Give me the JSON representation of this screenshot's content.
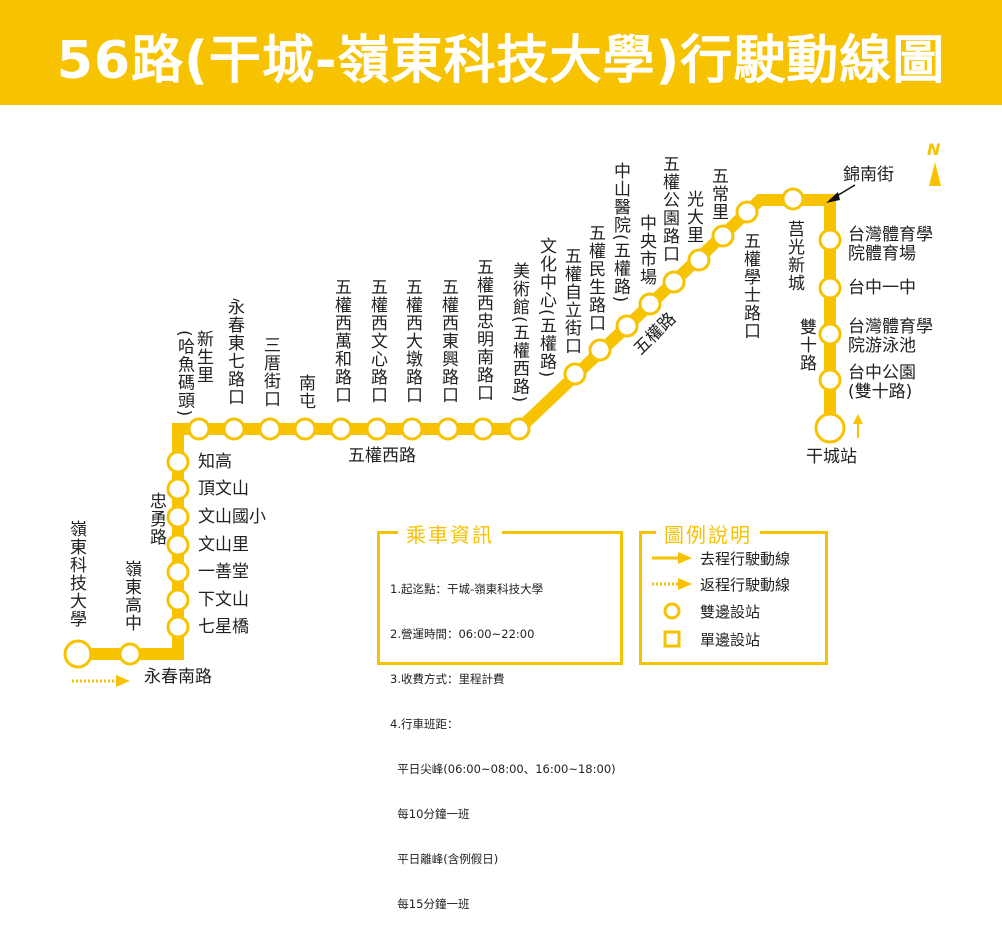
{
  "title": "56路(干城-嶺東科技大學)行駛動線圖",
  "colors": {
    "accent": "#F7C200",
    "text": "#222222"
  },
  "roads": {
    "wuquan_west": "五權西路",
    "wuquan": "五權路",
    "zhongyong": "忠勇路",
    "yongchun_south": "永春南路",
    "shuangshi": "雙十路",
    "jinnan": "錦南街"
  },
  "compass": "N",
  "stops_top": [
    "新生里\n(哈魚碼頭)",
    "永春東七路口",
    "三厝街口",
    "南屯",
    "五權西萬和路口",
    "五權西文心路口",
    "五權西大墩路口",
    "五權西東興路口",
    "五權西忠明南路口",
    "美術館(五權西路)"
  ],
  "stops_diag": [
    "文化中心(五權路)",
    "五權自立街口",
    "五權民生路口",
    "中山醫院(五權路)",
    "中央市場",
    "五權公園路口",
    "光大里",
    "五常里",
    "五權學士路口",
    "莒光新城"
  ],
  "stops_left": [
    "知高",
    "頂文山",
    "文山國小",
    "文山里",
    "一善堂",
    "下文山",
    "七星橋"
  ],
  "stops_bottom": [
    "嶺東科技大學",
    "嶺東高中"
  ],
  "stops_right": [
    "台灣體育學\n院體育場",
    "台中一中",
    "台灣體育學\n院游泳池",
    "台中公園\n(雙十路)",
    "干城站"
  ],
  "info": {
    "title": "乘車資訊",
    "lines": [
      "1.起迄點：干城-嶺東科技大學",
      "2.營運時間：06:00~22:00",
      "3.收費方式：里程計費",
      "4.行車班距：",
      "  平日尖峰(06:00~08:00、16:00~18:00)",
      "  每10分鐘一班",
      "  平日離峰(含例假日)",
      "  每15分鐘一班"
    ]
  },
  "legend": {
    "title": "圖例說明",
    "items": [
      "去程行駛動線",
      "返程行駛動線",
      "雙邊設站",
      "單邊設站"
    ]
  }
}
